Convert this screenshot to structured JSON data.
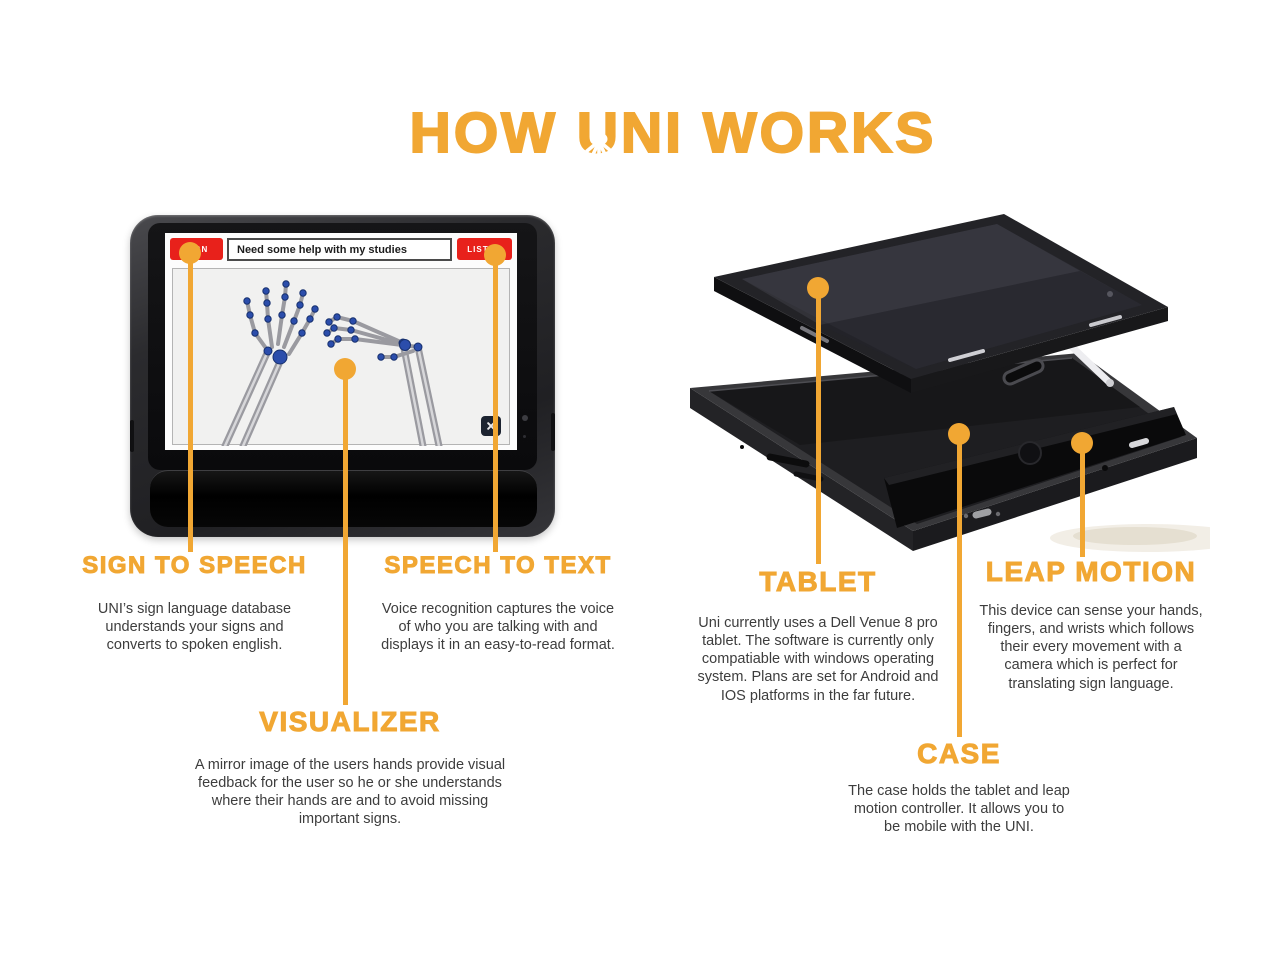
{
  "title": {
    "pre": "HOW ",
    "u_letter": "U",
    "post": "NI WORKS"
  },
  "colors": {
    "accent_yellow": "#F1A733",
    "button_red": "#E8211B",
    "body_text_gray": "#3D3D3D"
  },
  "tablet_ui": {
    "sign_button": "SIGN",
    "input_value": "Need some help with my studies",
    "listen_button": "LISTEN"
  },
  "sections": {
    "sign_to_speech": {
      "heading": "SIGN TO SPEECH",
      "body": "UNI’s sign language database understands your signs and converts to spoken english."
    },
    "speech_to_text": {
      "heading": "SPEECH TO TEXT",
      "body": "Voice recognition captures the voice of who you are talking with and displays it in an easy-to-read format."
    },
    "visualizer": {
      "heading": "VISUALIZER",
      "body": "A mirror image of the users hands provide visual feedback for the user so he or she understands where their hands are and to avoid missing important signs."
    },
    "tablet": {
      "heading": "TABLET",
      "body": "Uni currently uses a Dell Venue 8 pro tablet. The software is currently only compatiable with windows operating system. Plans are set for Android and IOS platforms in the far future."
    },
    "leap_motion": {
      "heading": "LEAP MOTION",
      "body": "This device can sense your hands, fingers, and wrists which follows their every movement with a camera which is perfect for translating sign language."
    },
    "case": {
      "heading": "CASE",
      "body": "The case holds the tablet and leap motion controller. It allows you to be mobile with the UNI."
    }
  }
}
